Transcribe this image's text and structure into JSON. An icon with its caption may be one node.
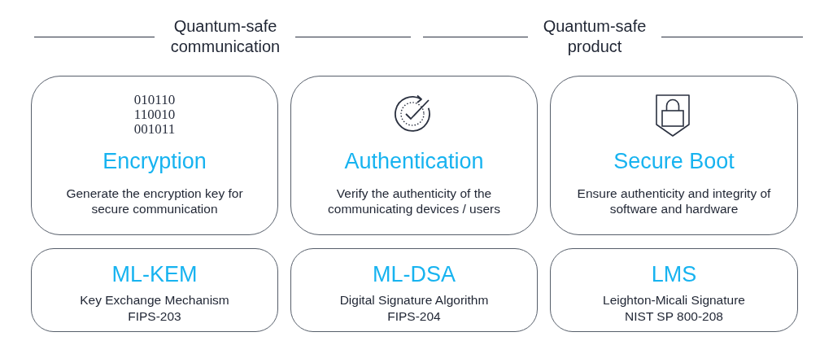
{
  "diagram": {
    "nodes": [
      {
        "text": [
          "010110 110010 001011",
          "Encryption",
          "Generate the encryption key for secure communication"
        ]
      },
      {
        "text": [
          "Authentication",
          "Verify the authenticity of the communicating devices / users"
        ]
      },
      {
        "text": [
          "Secure Boot",
          "Ensure authenticity and integrity of software and hardware"
        ]
      },
      {
        "text": [
          "ML-KEM",
          "Key Exchange Mechanism",
          "FIPS-203"
        ]
      },
      {
        "text": [
          "ML-DSA",
          "Digital Signature Algorithm",
          "FIPS-204"
        ]
      },
      {
        "text": [
          "LMS",
          "Leighton-Micali Signature",
          "NIST SP 800-208"
        ]
      }
    ],
    "labels": [
      "Quantum-safe communication",
      "Quantum-safe product"
    ]
  }
}
